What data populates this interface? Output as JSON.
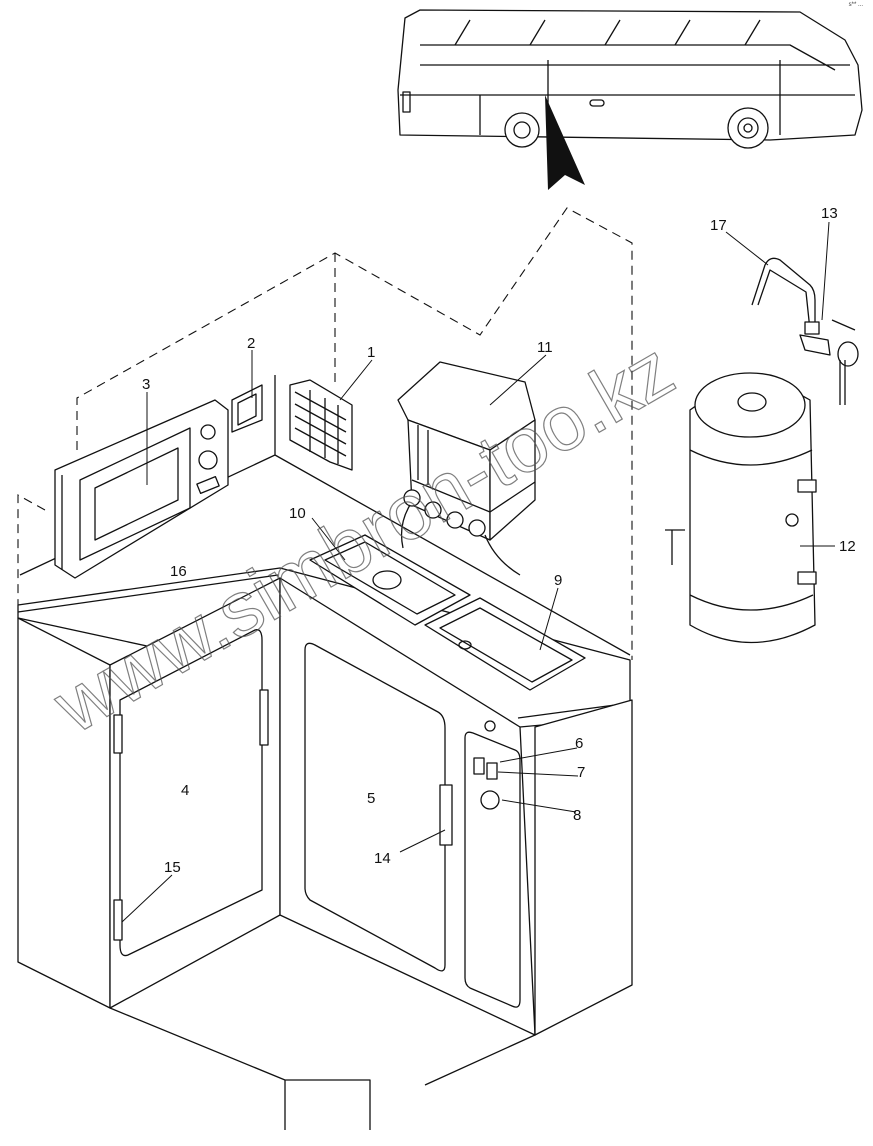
{
  "diagram": {
    "corner_mark": "s** ...",
    "watermark": "www.simbron-too.kz",
    "callouts": [
      {
        "id": "1",
        "label": "1"
      },
      {
        "id": "2",
        "label": "2"
      },
      {
        "id": "3",
        "label": "3"
      },
      {
        "id": "4",
        "label": "4"
      },
      {
        "id": "5",
        "label": "5"
      },
      {
        "id": "6",
        "label": "6"
      },
      {
        "id": "7",
        "label": "7"
      },
      {
        "id": "8",
        "label": "8"
      },
      {
        "id": "9",
        "label": "9"
      },
      {
        "id": "10",
        "label": "10"
      },
      {
        "id": "11",
        "label": "11"
      },
      {
        "id": "12",
        "label": "12"
      },
      {
        "id": "13",
        "label": "13"
      },
      {
        "id": "14",
        "label": "14"
      },
      {
        "id": "15",
        "label": "15"
      },
      {
        "id": "16",
        "label": "16"
      },
      {
        "id": "17",
        "label": "17"
      }
    ]
  }
}
